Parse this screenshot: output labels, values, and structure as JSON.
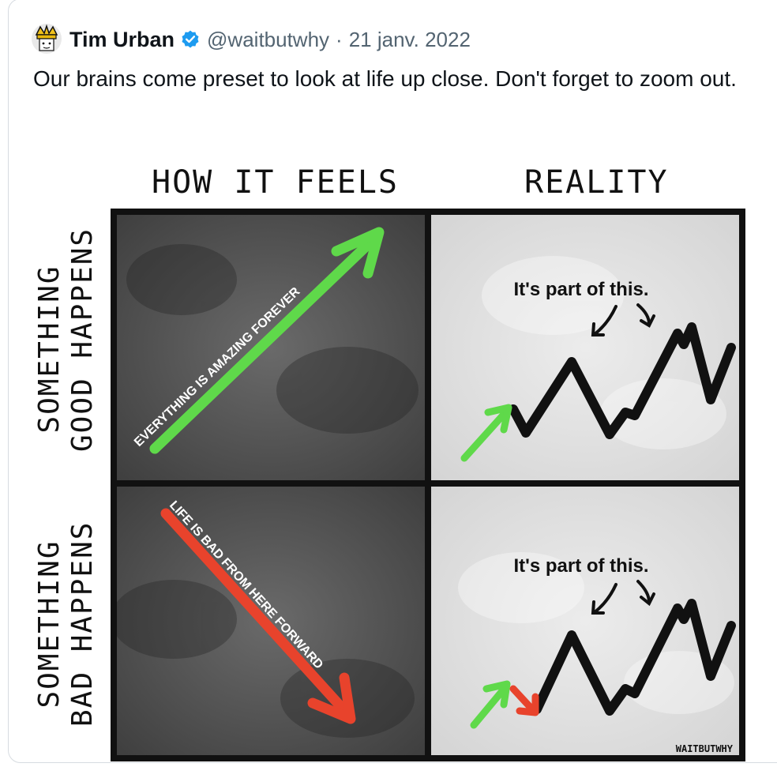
{
  "tweet": {
    "author_name": "Tim Urban",
    "verified_icon": "verified-badge-icon",
    "handle": "@waitbutwhy",
    "separator": "·",
    "date": "21 janv. 2022",
    "text": "Our brains come preset to look at life up close. Don't forget to zoom out."
  },
  "comic": {
    "col_headers": [
      "HOW IT FEELS",
      "REALITY"
    ],
    "row_headers": [
      {
        "line1": "SOMETHING",
        "line2": "GOOD HAPPENS"
      },
      {
        "line1": "SOMETHING",
        "line2": "BAD HAPPENS"
      }
    ],
    "panel_good_feel_text": "EVERYTHING IS AMAZING FOREVER",
    "panel_bad_feel_text": "LIFE IS BAD FROM HERE FORWARD",
    "reality_caption_top": "It's part of this.",
    "reality_caption_bottom": "It's part of this.",
    "signature": "WAITBUTWHY",
    "colors": {
      "green": "#5fd94a",
      "red": "#e8432c",
      "dark_panel": "#4a4a4a",
      "light_panel": "#dedede"
    }
  }
}
